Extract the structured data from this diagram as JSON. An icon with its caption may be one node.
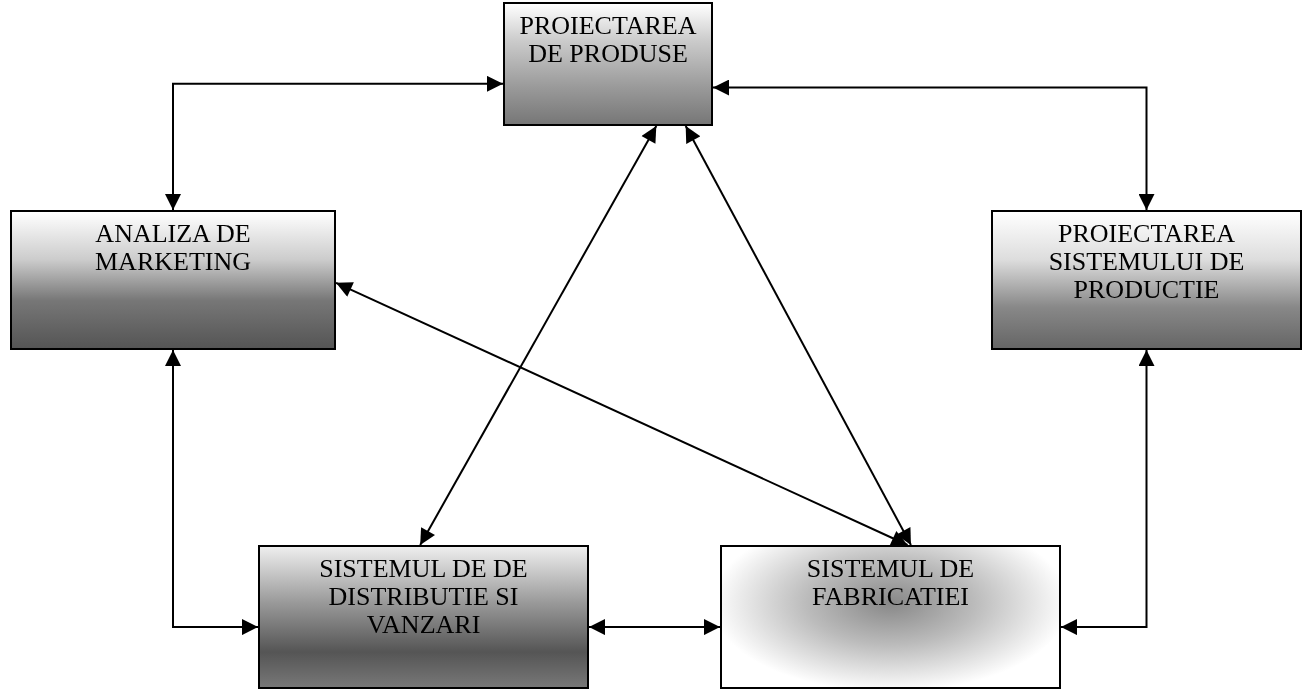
{
  "diagram": {
    "nodes": [
      {
        "text": [
          "PROIECTAREA DE PRODUSE"
        ]
      },
      {
        "text": [
          "ANALIZA DE MARKETING"
        ]
      },
      {
        "text": [
          "PROIECTAREA SISTEMULUI DE PRODUCTIE"
        ]
      },
      {
        "text": [
          "SISTEMUL DE DE DISTRIBUTIE SI VANZARI"
        ]
      },
      {
        "text": [
          "SISTEMUL DE FABRICATIEI"
        ]
      }
    ],
    "edges": [
      {
        "from": 0,
        "to": 1,
        "arrow": "both"
      },
      {
        "from": 0,
        "to": 2,
        "arrow": "both"
      },
      {
        "from": 0,
        "to": 3,
        "arrow": "both"
      },
      {
        "from": 0,
        "to": 4,
        "arrow": "both"
      },
      {
        "from": 1,
        "to": 4,
        "arrow": "both"
      },
      {
        "from": 1,
        "to": 3,
        "arrow": "both"
      },
      {
        "from": 3,
        "to": 4,
        "arrow": "both"
      },
      {
        "from": 2,
        "to": 4,
        "arrow": "both"
      }
    ]
  }
}
